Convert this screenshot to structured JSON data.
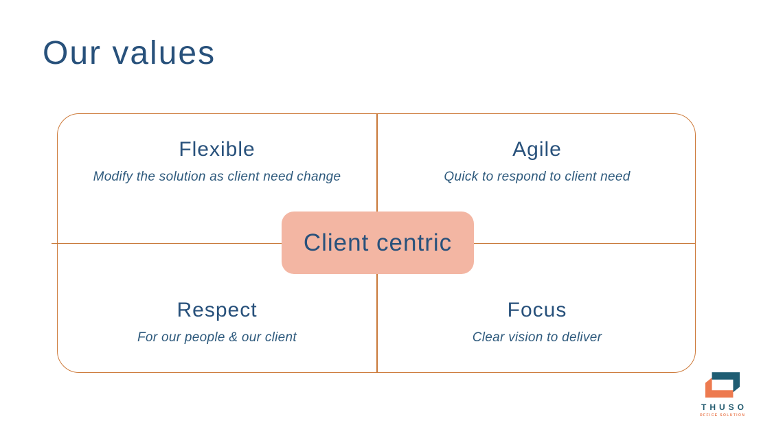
{
  "slide": {
    "title": "Our values",
    "quadrants": [
      {
        "id": "flexible",
        "heading": "Flexible",
        "description": "Modify the solution as client need change"
      },
      {
        "id": "agile",
        "heading": "Agile",
        "description": "Quick to respond to client need"
      },
      {
        "id": "respect",
        "heading": "Respect",
        "description": "For our people & our client"
      },
      {
        "id": "focus",
        "heading": "Focus",
        "description": "Clear vision to deliver"
      }
    ],
    "badge": {
      "label": "Client centric"
    },
    "logo": {
      "brand": "THUSO",
      "tagline": "OFFICE SOLUTION"
    },
    "colors": {
      "text_blue": "#28517B",
      "desc_blue": "#2D597C",
      "border_orange": "#CE7C3D",
      "badge_fill": "#F3B6A3",
      "logo_teal": "#1F5D73",
      "logo_orange": "#ED7A4F",
      "background": "#FFFFFF"
    }
  }
}
